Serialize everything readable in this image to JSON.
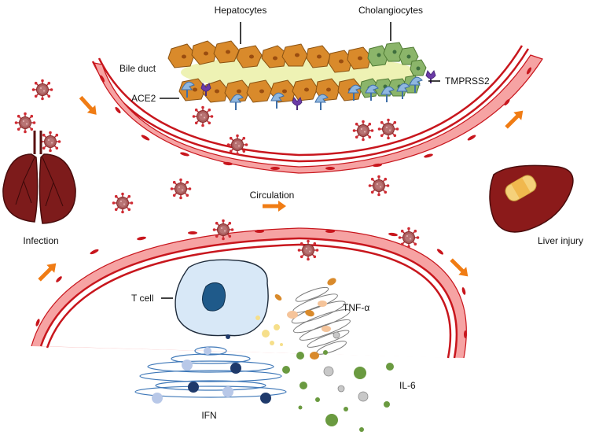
{
  "labels": {
    "hepatocytes": "Hepatocytes",
    "cholangiocytes": "Cholangiocytes",
    "bile_duct": "Bile duct",
    "ace2": "ACE2",
    "tmprss2": "TMPRSS2",
    "circulation": "Circulation",
    "infection": "Infection",
    "liver_injury": "Liver injury",
    "t_cell": "T cell",
    "tnf_alpha": "TNF-α",
    "il6": "IL-6",
    "ifn": "IFN"
  },
  "colors": {
    "vessel_red": "#c8161d",
    "endothelium_fill": "#f6a3a3",
    "hepatocyte_fill": "#d98a2b",
    "cholangiocyte_fill": "#8bb56a",
    "bile": "#eef2b4",
    "ace2_receptor": "#8fb7e0",
    "tmprss2_protease": "#6b3aa8",
    "arrow_orange": "#f07c14",
    "lung": "#7d1b1b",
    "liver": "#8b1a1a",
    "t_cell_fill": "#d8e8f7",
    "ifn_dark": "#1f3a6b",
    "il6_green": "#6a9a40"
  },
  "icons": [
    "virus-icon",
    "lung-icon",
    "liver-icon",
    "t-cell-icon",
    "ace2-receptor-icon",
    "tmprss2-icon",
    "flow-arrow-icon"
  ]
}
